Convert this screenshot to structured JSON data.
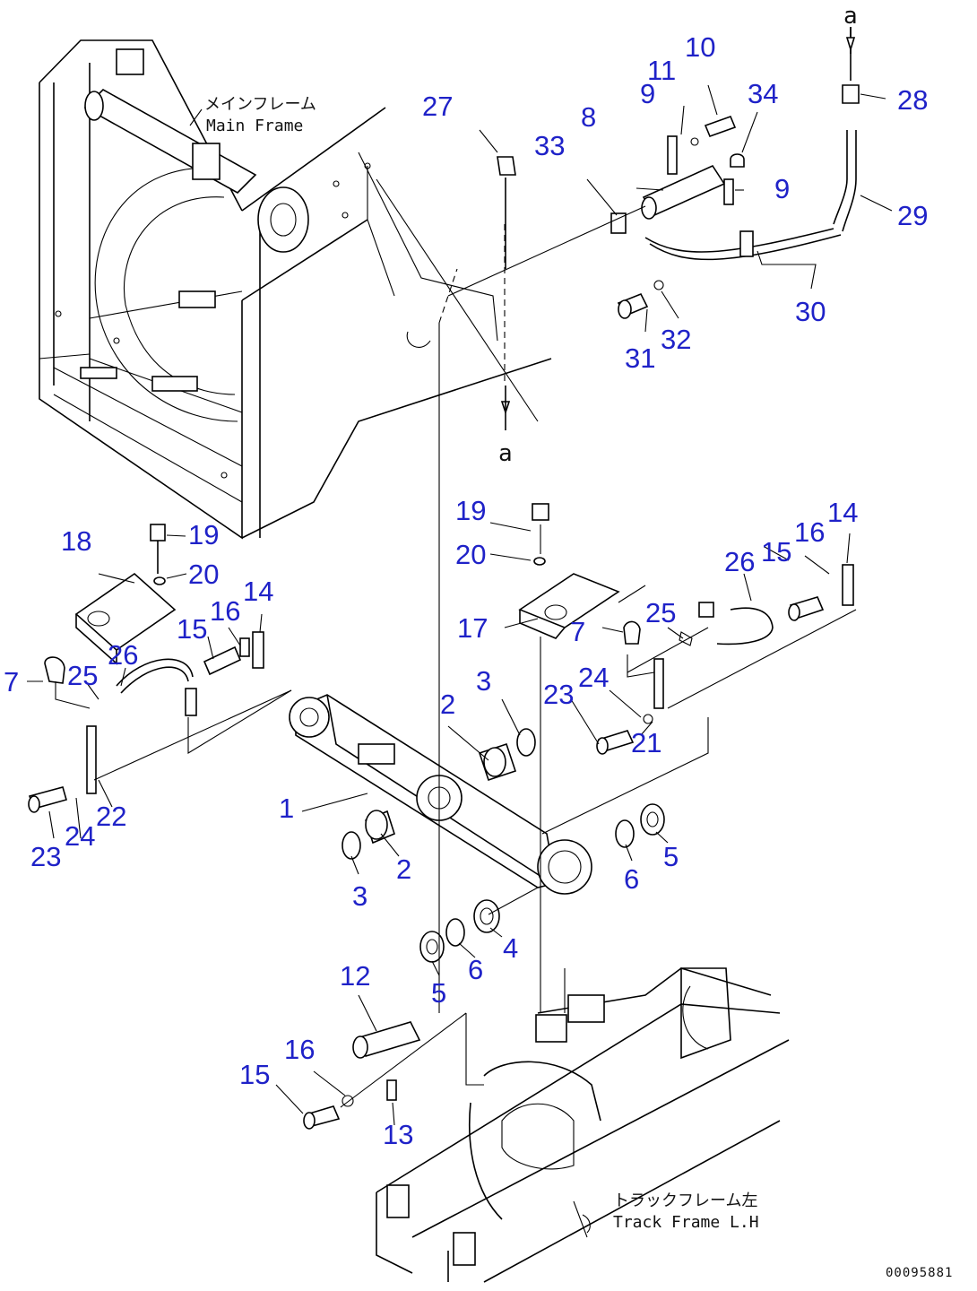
{
  "labels": {
    "main_frame_jp": "メインフレーム",
    "main_frame_en": "Main Frame",
    "track_frame_jp": "トラックフレーム左",
    "track_frame_en": "Track Frame L.H",
    "drawing_code": "00095881",
    "ref_mark": "a"
  },
  "callouts": [
    {
      "id": "c1",
      "text": "1"
    },
    {
      "id": "c2a",
      "text": "2"
    },
    {
      "id": "c2b",
      "text": "2"
    },
    {
      "id": "c3a",
      "text": "3"
    },
    {
      "id": "c3b",
      "text": "3"
    },
    {
      "id": "c4",
      "text": "4"
    },
    {
      "id": "c5a",
      "text": "5"
    },
    {
      "id": "c5b",
      "text": "5"
    },
    {
      "id": "c6a",
      "text": "6"
    },
    {
      "id": "c6b",
      "text": "6"
    },
    {
      "id": "c7a",
      "text": "7"
    },
    {
      "id": "c7b",
      "text": "7"
    },
    {
      "id": "c8",
      "text": "8"
    },
    {
      "id": "c9a",
      "text": "9"
    },
    {
      "id": "c9b",
      "text": "9"
    },
    {
      "id": "c10",
      "text": "10"
    },
    {
      "id": "c11",
      "text": "11"
    },
    {
      "id": "c12",
      "text": "12"
    },
    {
      "id": "c13",
      "text": "13"
    },
    {
      "id": "c14a",
      "text": "14"
    },
    {
      "id": "c14b",
      "text": "14"
    },
    {
      "id": "c15a",
      "text": "15"
    },
    {
      "id": "c15b",
      "text": "15"
    },
    {
      "id": "c15c",
      "text": "15"
    },
    {
      "id": "c16a",
      "text": "16"
    },
    {
      "id": "c16b",
      "text": "16"
    },
    {
      "id": "c16c",
      "text": "16"
    },
    {
      "id": "c17",
      "text": "17"
    },
    {
      "id": "c18",
      "text": "18"
    },
    {
      "id": "c19a",
      "text": "19"
    },
    {
      "id": "c19b",
      "text": "19"
    },
    {
      "id": "c20a",
      "text": "20"
    },
    {
      "id": "c20b",
      "text": "20"
    },
    {
      "id": "c21",
      "text": "21"
    },
    {
      "id": "c22",
      "text": "22"
    },
    {
      "id": "c23a",
      "text": "23"
    },
    {
      "id": "c23b",
      "text": "23"
    },
    {
      "id": "c24a",
      "text": "24"
    },
    {
      "id": "c24b",
      "text": "24"
    },
    {
      "id": "c25a",
      "text": "25"
    },
    {
      "id": "c25b",
      "text": "25"
    },
    {
      "id": "c26a",
      "text": "26"
    },
    {
      "id": "c26b",
      "text": "26"
    },
    {
      "id": "c27",
      "text": "27"
    },
    {
      "id": "c28",
      "text": "28"
    },
    {
      "id": "c29",
      "text": "29"
    },
    {
      "id": "c30",
      "text": "30"
    },
    {
      "id": "c31",
      "text": "31"
    },
    {
      "id": "c32",
      "text": "32"
    },
    {
      "id": "c33",
      "text": "33"
    },
    {
      "id": "c34",
      "text": "34"
    }
  ]
}
